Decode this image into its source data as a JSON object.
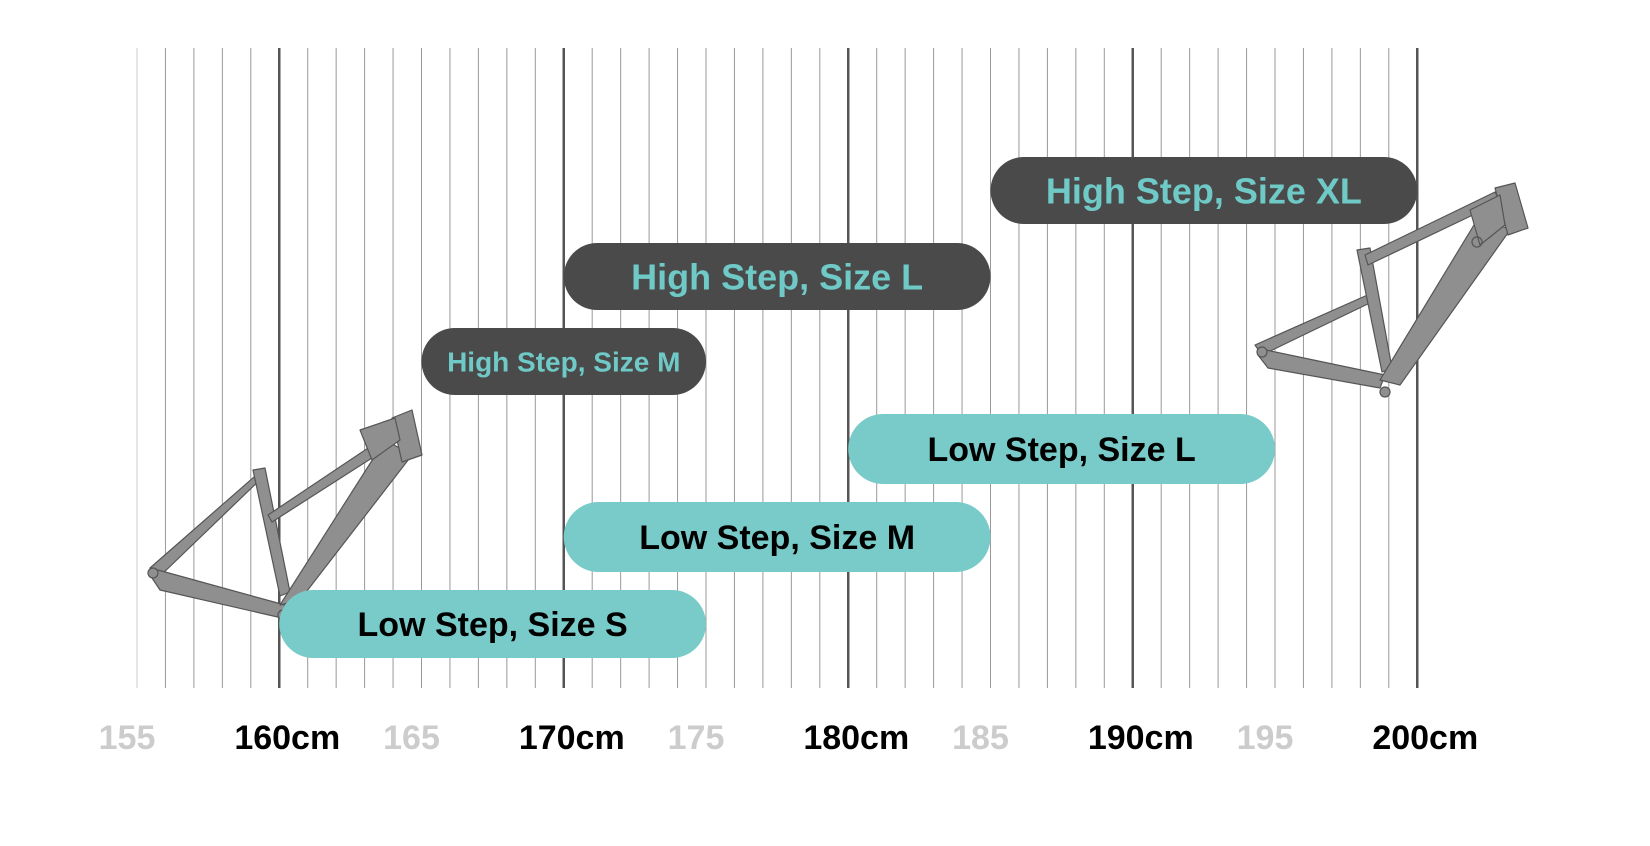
{
  "chart_data": {
    "type": "range-bar",
    "xlabel": "",
    "ylabel": "",
    "x_unit": "cm",
    "xlim": [
      155,
      200
    ],
    "grid": true,
    "grid_step": 1,
    "major_grid_step": 10,
    "tick_labels": [
      {
        "value": 155,
        "label": "155",
        "major": false
      },
      {
        "value": 160,
        "label": "160cm",
        "major": true
      },
      {
        "value": 165,
        "label": "165",
        "major": false
      },
      {
        "value": 170,
        "label": "170cm",
        "major": true
      },
      {
        "value": 175,
        "label": "175",
        "major": false
      },
      {
        "value": 180,
        "label": "180cm",
        "major": true
      },
      {
        "value": 185,
        "label": "185",
        "major": false
      },
      {
        "value": 190,
        "label": "190cm",
        "major": true
      },
      {
        "value": 195,
        "label": "195",
        "major": false
      },
      {
        "value": 200,
        "label": "200cm",
        "major": true
      }
    ],
    "bars": [
      {
        "label": "High Step, Size XL",
        "from": 185,
        "to": 200,
        "style": "high"
      },
      {
        "label": "High Step, Size L",
        "from": 170,
        "to": 185,
        "style": "high"
      },
      {
        "label": "High Step, Size M",
        "from": 165,
        "to": 175,
        "style": "high"
      },
      {
        "label": "Low Step, Size L",
        "from": 180,
        "to": 195,
        "style": "low"
      },
      {
        "label": "Low Step, Size M",
        "from": 170,
        "to": 185,
        "style": "low"
      },
      {
        "label": "Low Step, Size S",
        "from": 160,
        "to": 175,
        "style": "low"
      }
    ],
    "colors": {
      "high_fill": "#4a4a4a",
      "high_text": "#6fc9c6",
      "low_fill": "#79cbc9",
      "low_text": "#000000",
      "major_tick_text": "#000000",
      "minor_tick_text": "#cccccc",
      "grid": "#999999",
      "major_grid": "#555555"
    },
    "images": [
      "low-step-frame",
      "high-step-frame"
    ]
  }
}
